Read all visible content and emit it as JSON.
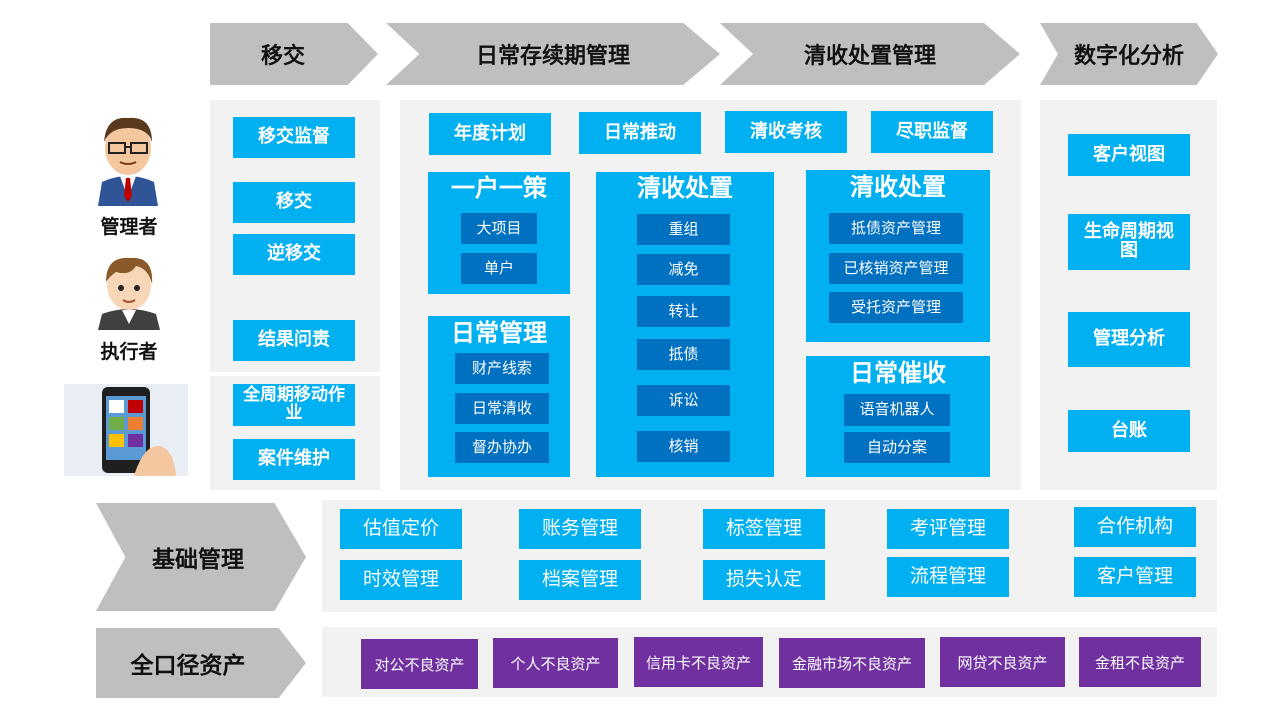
{
  "stages": [
    "移交",
    "日常存续期管理",
    "清收处置管理",
    "数字化分析"
  ],
  "roles": {
    "manager": "管理者",
    "executor": "执行者"
  },
  "transfer": {
    "items": [
      "移交监督",
      "移交",
      "逆移交",
      "结果问责"
    ],
    "mobile": [
      "全周期移动作业",
      "案件维护"
    ]
  },
  "daily": {
    "top_buttons": [
      "年度计划",
      "日常推动",
      "清收考核",
      "尽职监督"
    ],
    "policy": {
      "title": "一户一策",
      "items": [
        "大项目",
        "单户"
      ]
    },
    "routine": {
      "title": "日常管理",
      "items": [
        "财产线索",
        "日常清收",
        "督办协办"
      ]
    },
    "disposal_a": {
      "title": "清收处置",
      "items": [
        "重组",
        "减免",
        "转让",
        "抵债",
        "诉讼",
        "核销"
      ]
    },
    "disposal_b": {
      "title": "清收处置",
      "items": [
        "抵债资产管理",
        "已核销资产管理",
        "受托资产管理"
      ]
    },
    "collection": {
      "title": "日常催收",
      "items": [
        "语音机器人",
        "自动分案"
      ]
    }
  },
  "digital": {
    "items": [
      "客户视图",
      "生命周期视图",
      "管理分析",
      "台账"
    ]
  },
  "basic": {
    "label": "基础管理",
    "items": [
      "估值定价",
      "账务管理",
      "标签管理",
      "考评管理",
      "合作机构",
      "时效管理",
      "档案管理",
      "损失认定",
      "流程管理",
      "客户管理"
    ]
  },
  "assets": {
    "label": "全口径资产",
    "items": [
      "对公不良资产",
      "个人不良资产",
      "信用卡不良资产",
      "金融市场不良资产",
      "网贷不良资产",
      "金租不良资产"
    ]
  }
}
